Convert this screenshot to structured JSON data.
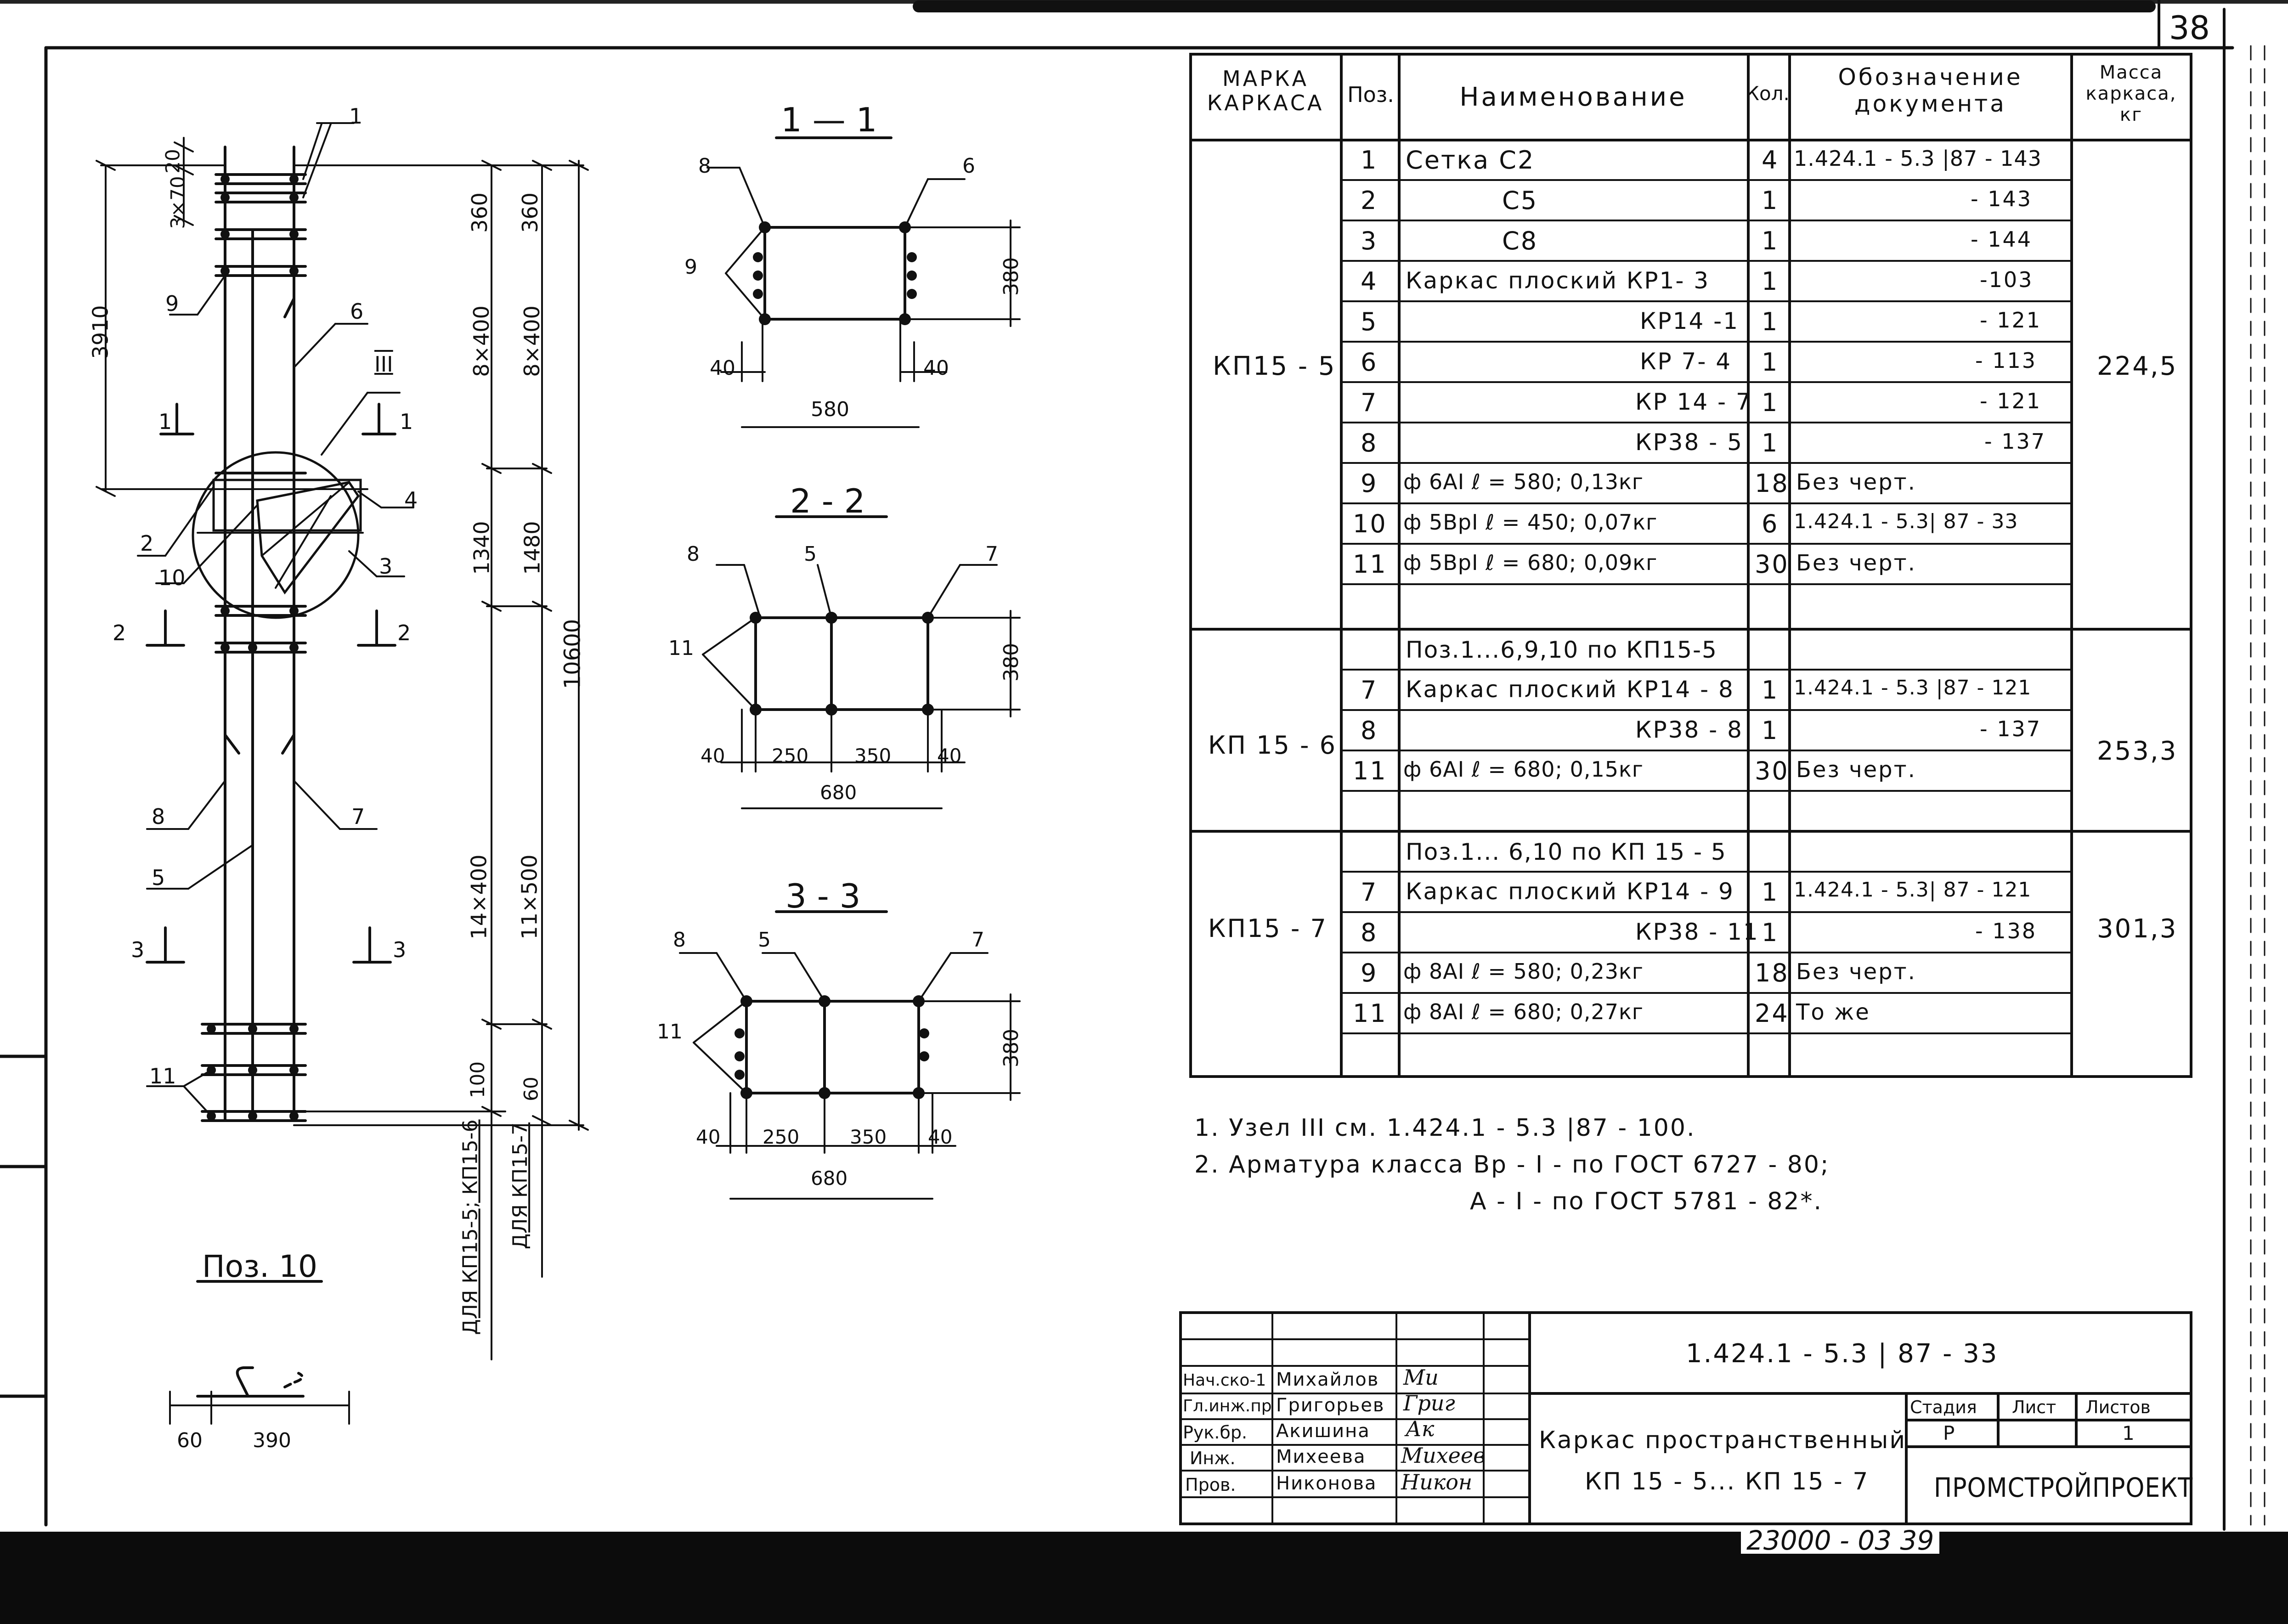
{
  "sheet_number": "38",
  "sections": {
    "s1": "1 — 1",
    "s2": "2 - 2",
    "s3": "3 - 3",
    "pos10": "Поз. 10"
  },
  "elevation": {
    "dims": [
      "20",
      "3×70",
      "360",
      "360",
      "8×400",
      "8×400",
      "3910",
      "1340",
      "1480",
      "10600",
      "14×400",
      "11×500",
      "100",
      "60"
    ],
    "applies_a": "ДЛЯ КП15-5; КП15-6",
    "applies_b": "ДЛЯ КП15-7",
    "node": "III",
    "callouts": [
      "1",
      "9",
      "6",
      "III",
      "1",
      "1",
      "4",
      "2",
      "10",
      "3",
      "2",
      "2",
      "8",
      "7",
      "5",
      "3",
      "3",
      "11"
    ]
  },
  "section1": {
    "dims": [
      "380",
      "40",
      "40",
      "580"
    ],
    "callouts": [
      "8",
      "6",
      "9"
    ]
  },
  "section2": {
    "dims": [
      "380",
      "40",
      "250",
      "350",
      "40",
      "680"
    ],
    "callouts": [
      "8",
      "5",
      "7",
      "11"
    ]
  },
  "section3": {
    "dims": [
      "380",
      "40",
      "250",
      "350",
      "40",
      "680"
    ],
    "callouts": [
      "8",
      "5",
      "7",
      "11"
    ]
  },
  "pos10_dims": [
    "60",
    "390"
  ],
  "table": {
    "headers": {
      "mark": "МАРКА КАРКАСА",
      "pos": "Поз.",
      "name": "Наименование",
      "qty": "Кол.",
      "doc": "Обозначение документа",
      "mass": "Масса каркаса, кг"
    },
    "groups": [
      {
        "mark": "КП15 - 5",
        "mass": "224,5",
        "rows": [
          {
            "pos": "1",
            "name": "Сетка С2",
            "qty": "4",
            "doc": "1.424.1 - 5.3 |87 - 143"
          },
          {
            "pos": "2",
            "name": "С5",
            "qty": "1",
            "doc": "- 143"
          },
          {
            "pos": "3",
            "name": "С8",
            "qty": "1",
            "doc": "- 144"
          },
          {
            "pos": "4",
            "name": "Каркас плоский  КР1- 3",
            "qty": "1",
            "doc": "-103"
          },
          {
            "pos": "5",
            "name": "КР14 -1",
            "qty": "1",
            "doc": "- 121"
          },
          {
            "pos": "6",
            "name": "КР 7- 4",
            "qty": "1",
            "doc": "- 113"
          },
          {
            "pos": "7",
            "name": "КР 14 - 7",
            "qty": "1",
            "doc": "- 121"
          },
          {
            "pos": "8",
            "name": "КР38 - 5",
            "qty": "1",
            "doc": "- 137"
          },
          {
            "pos": "9",
            "name": "ф 6АI    ℓ = 580;    0,13кг",
            "qty": "18",
            "doc": "Без черт."
          },
          {
            "pos": "10",
            "name": "ф 5ВрI   ℓ = 450;    0,07кг",
            "qty": "6",
            "doc": "1.424.1 - 5.3| 87 - 33"
          },
          {
            "pos": "11",
            "name": "ф 5ВрI   ℓ = 680;    0,09кг",
            "qty": "30",
            "doc": "Без черт."
          }
        ]
      },
      {
        "mark": "КП 15 - 6",
        "mass": "253,3",
        "note": "Поз.1...6,9,10 по КП15-5",
        "rows": [
          {
            "pos": "7",
            "name": "Каркас плоский  КР14 - 8",
            "qty": "1",
            "doc": "1.424.1 - 5.3 |87 - 121"
          },
          {
            "pos": "8",
            "name": "КР38 - 8",
            "qty": "1",
            "doc": "- 137"
          },
          {
            "pos": "11",
            "name": "ф 6АI     ℓ = 680;    0,15кг",
            "qty": "30",
            "doc": "Без черт."
          }
        ]
      },
      {
        "mark": "КП15 - 7",
        "mass": "301,3",
        "note": "Поз.1... 6,10 по КП 15 - 5",
        "rows": [
          {
            "pos": "7",
            "name": "Каркас плоский  КР14 - 9",
            "qty": "1",
            "doc": "1.424.1 - 5.3| 87 - 121"
          },
          {
            "pos": "8",
            "name": "КР38 - 11",
            "qty": "1",
            "doc": "- 138"
          },
          {
            "pos": "9",
            "name": "ф 8АI    ℓ = 580;    0,23кг",
            "qty": "18",
            "doc": "Без черт."
          },
          {
            "pos": "11",
            "name": "ф 8АI    ℓ = 680;    0,27кг",
            "qty": "24",
            "doc": "То же"
          }
        ]
      }
    ]
  },
  "notes": [
    "1. Узел III см. 1.424.1 - 5.3 |87 - 100.",
    "2. Арматура класса Вр - I - по ГОСТ 6727 - 80;",
    "А - I - по ГОСТ 5781 - 82*."
  ],
  "title_block": {
    "doc_code": "1.424.1 - 5.3 | 87 - 33",
    "title_line1": "Каркас пространственный",
    "title_line2": "КП 15 - 5... КП 15 - 7",
    "stage_label": "Стадия",
    "sheet_label": "Лист",
    "sheets_label": "Листов",
    "stage": "Р",
    "sheets": "1",
    "org": "ПРОМСТРОЙПРОЕКТ",
    "roles": [
      {
        "role": "Нач.ско-1",
        "name": "Михайлов",
        "sign": "Ми"
      },
      {
        "role": "Гл.инж.пр",
        "name": "Григорьев",
        "sign": "Григ"
      },
      {
        "role": "Рук.бр.",
        "name": "Акишина",
        "sign": "Ак"
      },
      {
        "role": "Инж.",
        "name": "Михеева",
        "sign": "Михеев"
      },
      {
        "role": "Пров.",
        "name": "Никонова",
        "sign": "Никон"
      }
    ]
  },
  "archive_number": "23000 - 03   39"
}
